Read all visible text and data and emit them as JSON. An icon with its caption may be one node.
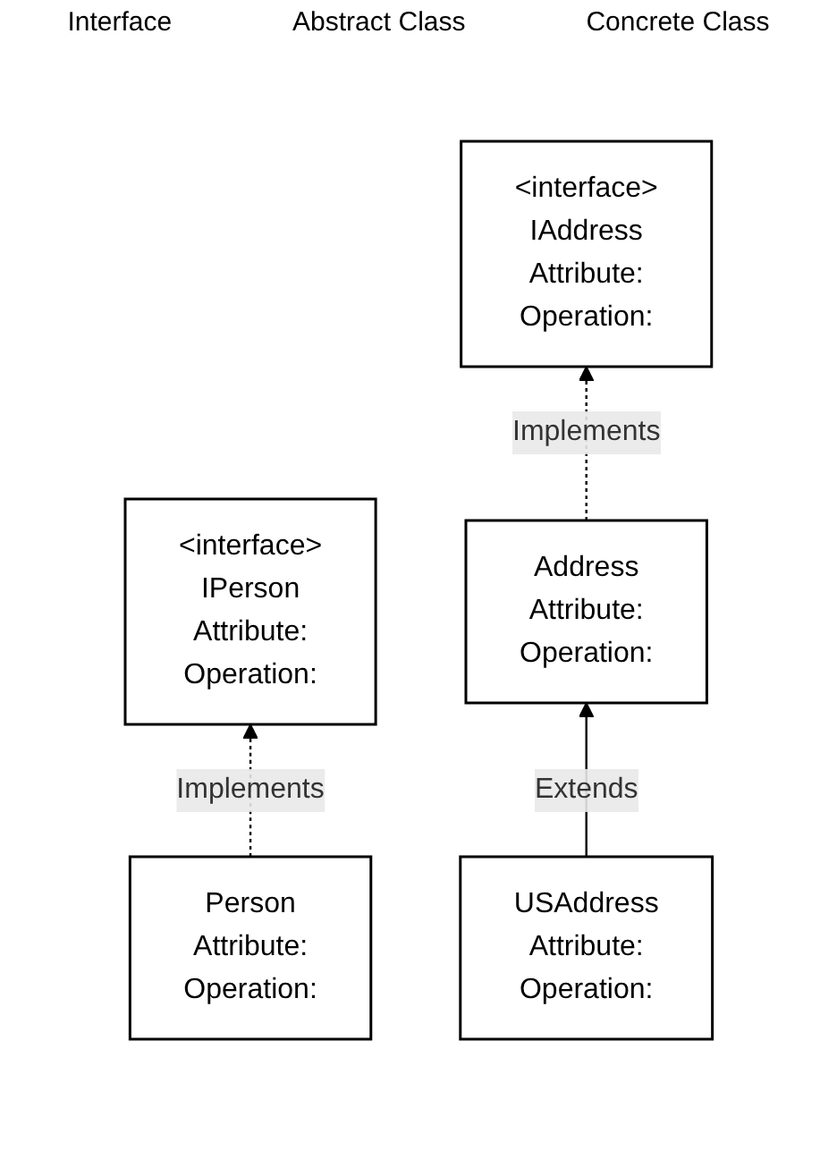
{
  "diagram": {
    "nodes": [
      {
        "text": [
          "<interface>",
          "IPerson",
          "Attribute:",
          "Operation:"
        ]
      },
      {
        "text": [
          "<interface>",
          "IAddress",
          "Attribute:",
          "Operation:"
        ]
      },
      {
        "text": [
          "Address",
          "Attribute:",
          "Operation:"
        ]
      },
      {
        "text": [
          "Person",
          "Attribute:",
          "Operation:"
        ]
      },
      {
        "text": [
          "USAddress",
          "Attribute:",
          "Operation:"
        ]
      }
    ],
    "edges": [
      {
        "from": 3,
        "to": 0,
        "arrow": "to",
        "label": "Implements",
        "style": "dashed"
      },
      {
        "from": 2,
        "to": 1,
        "arrow": "to",
        "label": "Implements",
        "style": "dashed"
      },
      {
        "from": 4,
        "to": 2,
        "arrow": "to",
        "label": "Extends"
      }
    ],
    "labels": [
      "Interface",
      "Abstract Class",
      "Concrete Class"
    ]
  }
}
